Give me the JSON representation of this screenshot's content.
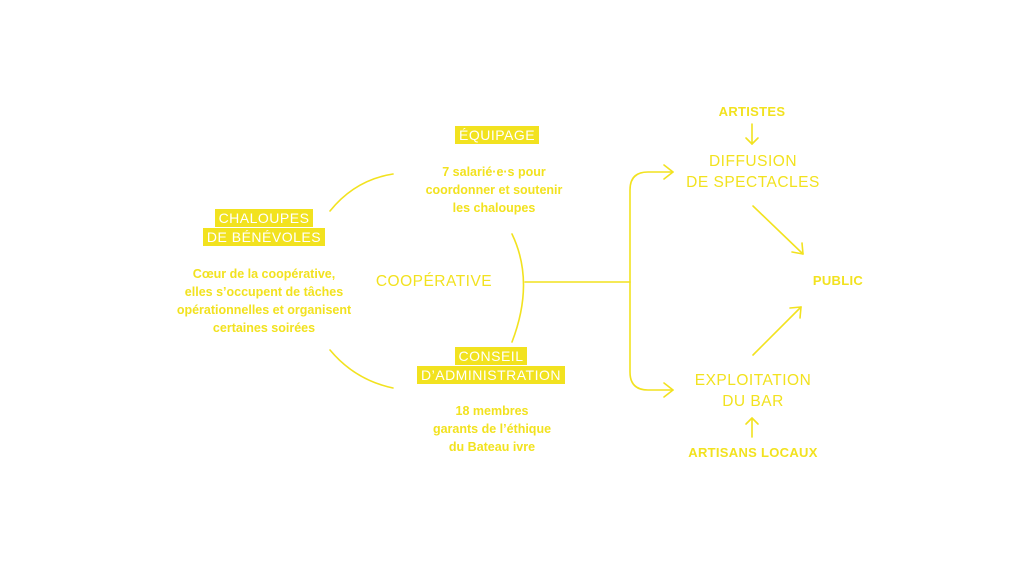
{
  "colors": {
    "accent": "#f2e21f",
    "background": "#ffffff"
  },
  "center": {
    "label": "COOPÉRATIVE"
  },
  "equipage": {
    "tag": "ÉQUIPAGE",
    "desc_lines": [
      "7 salarié·e·s pour",
      "coordonner et soutenir",
      "les chaloupes"
    ]
  },
  "chaloupes": {
    "tag_lines": [
      "CHALOUPES",
      "DE BÉNÉVOLES"
    ],
    "desc_lines": [
      "Cœur de la coopérative,",
      "elles s’occupent de tâches",
      "opérationnelles et organisent",
      "certaines soirées"
    ]
  },
  "conseil": {
    "tag_lines": [
      "CONSEIL",
      "D’ADMINISTRATION"
    ],
    "desc_lines": [
      "18 membres",
      "garants de l’éthique",
      "du Bateau ivre"
    ]
  },
  "diffusion": {
    "lines": [
      "DIFFUSION",
      "DE SPECTACLES"
    ]
  },
  "exploitation": {
    "lines": [
      "EXPLOITATION",
      "DU BAR"
    ]
  },
  "artistes": {
    "label": "ARTISTES"
  },
  "artisans": {
    "label": "ARTISANS LOCAUX"
  },
  "public": {
    "label": "PUBLIC"
  }
}
